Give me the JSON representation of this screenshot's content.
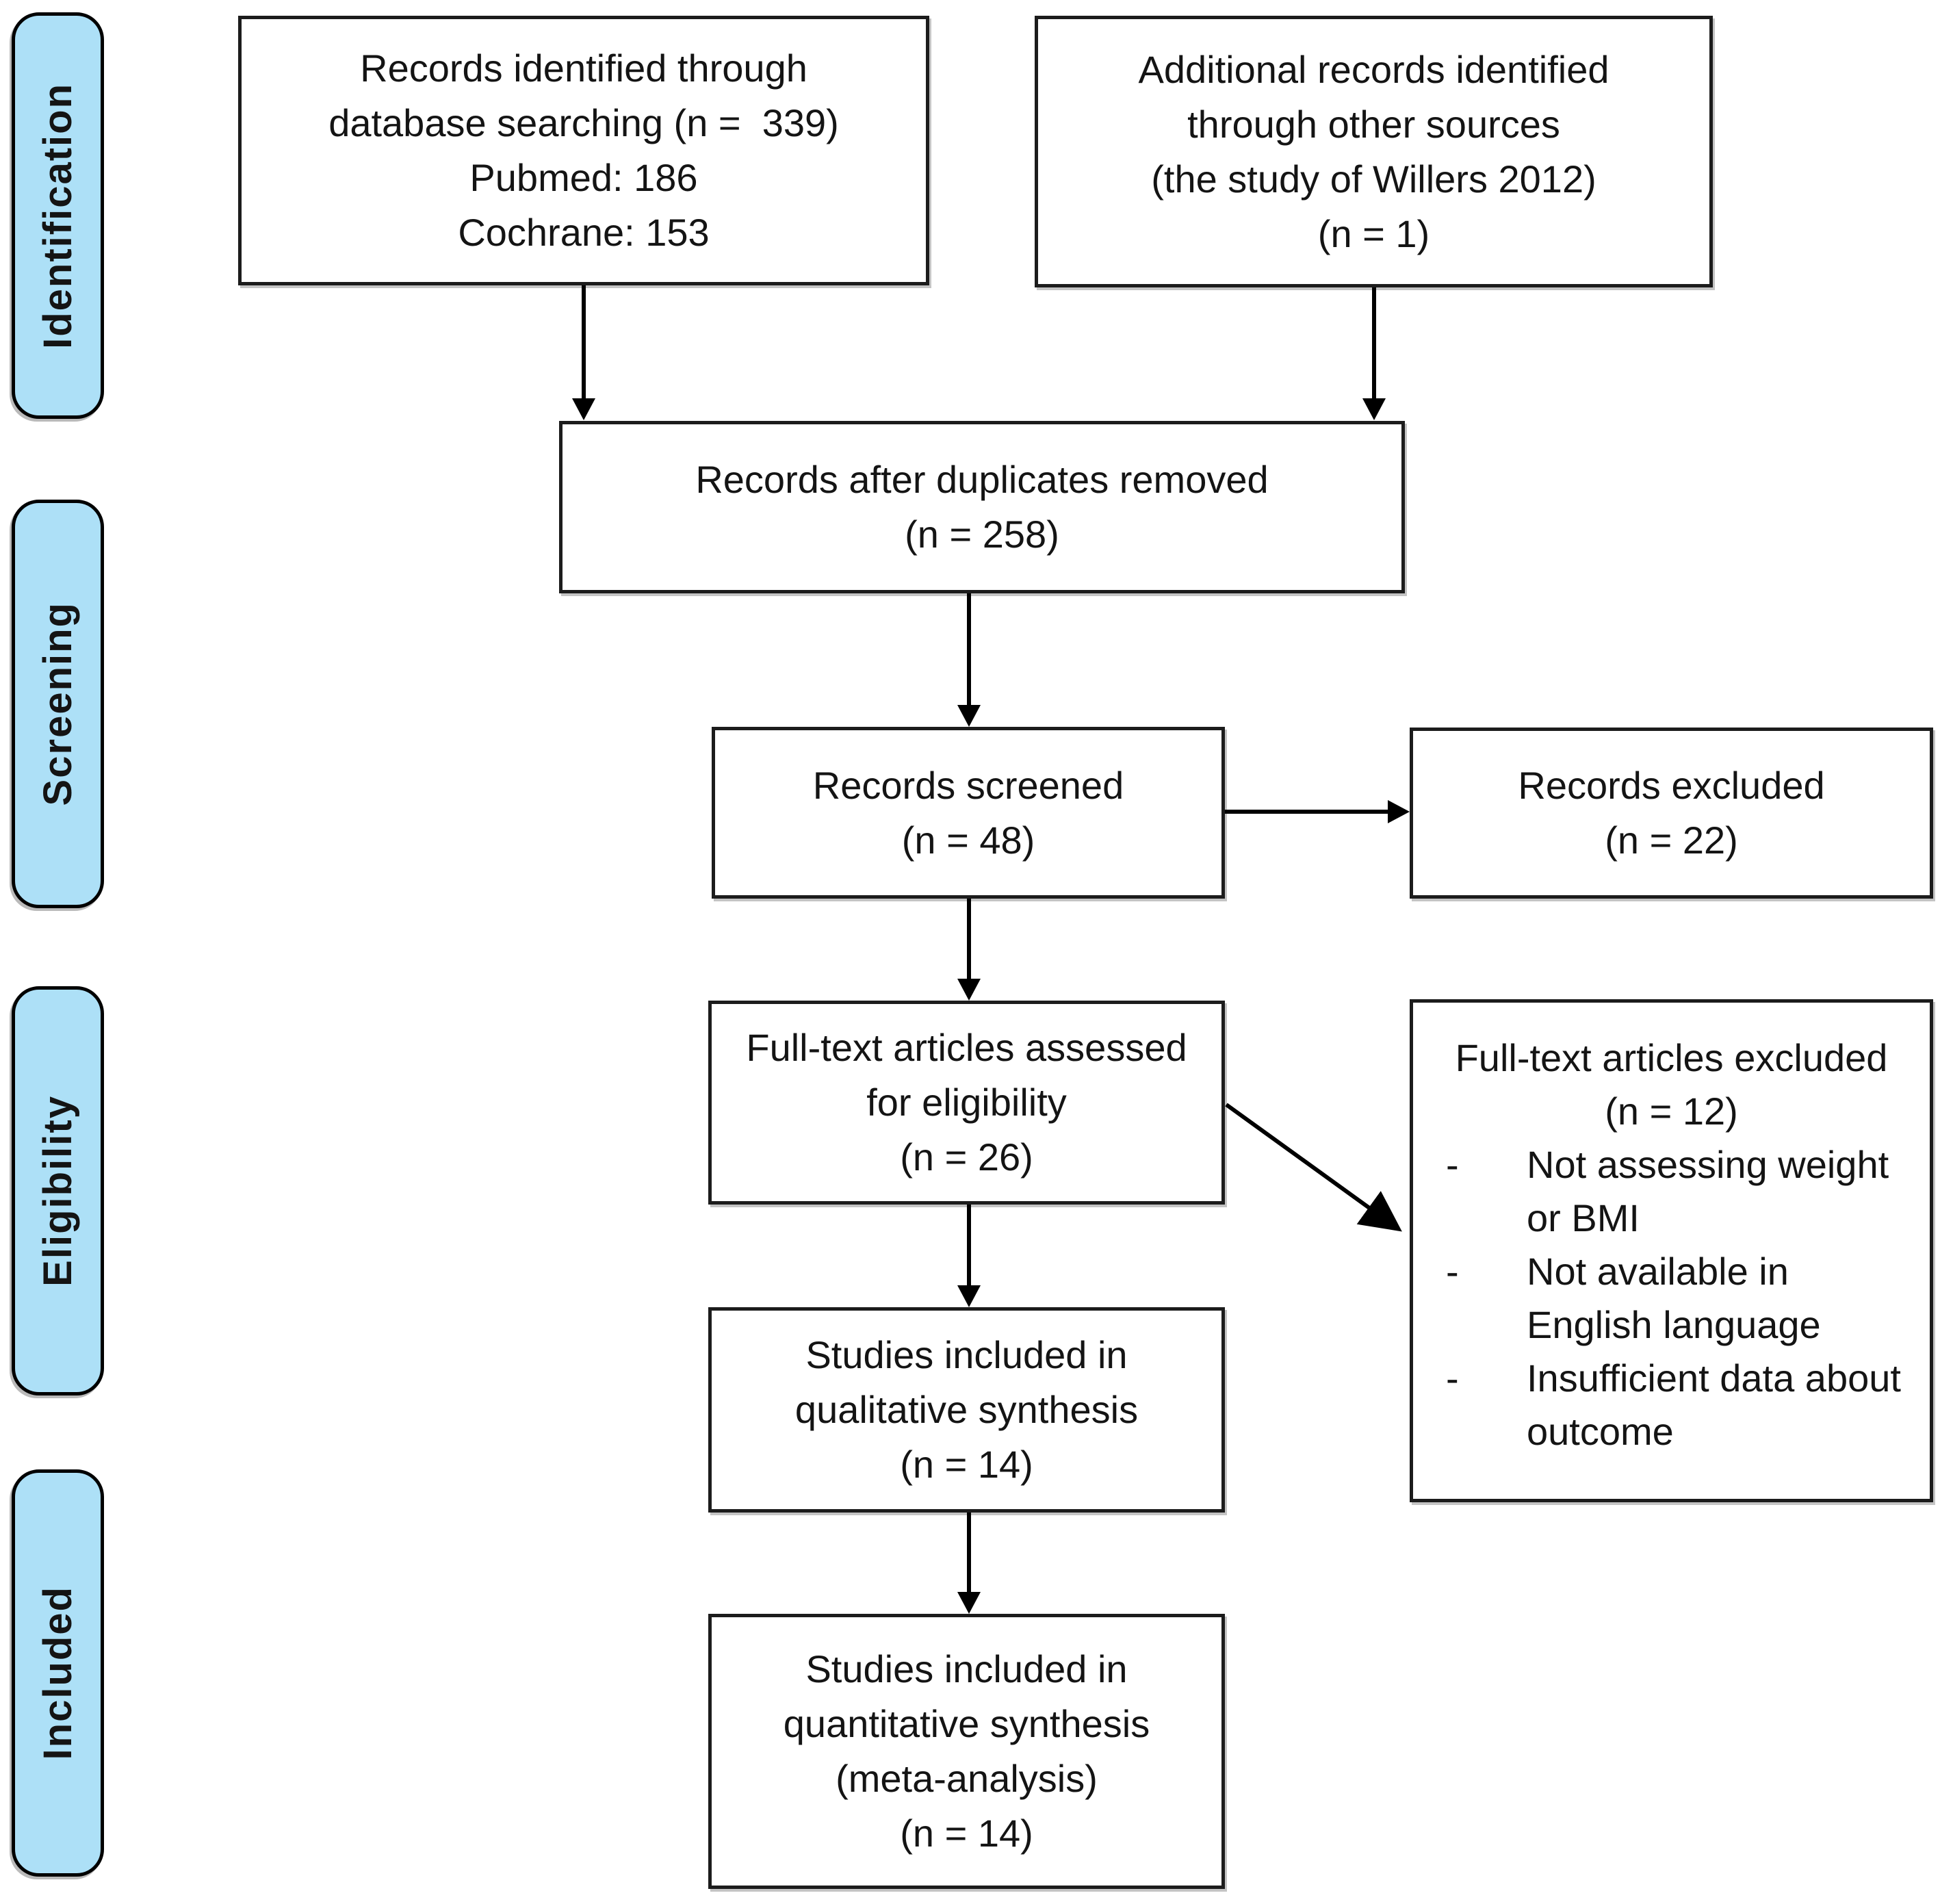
{
  "sidebar": {
    "stages": [
      "Identification",
      "Screening",
      "Eligibility",
      "Included"
    ]
  },
  "boxes": {
    "identified": {
      "lines": [
        "Records identified through",
        "database searching (n =  339)",
        "Pubmed: 186",
        "Cochrane: 153"
      ]
    },
    "additional": {
      "lines": [
        "Additional records identified",
        "through other sources",
        "(the study of Willers 2012)",
        "(n = 1)"
      ]
    },
    "deduplicated": {
      "lines": [
        "Records after duplicates removed",
        "(n = 258)"
      ]
    },
    "screened": {
      "lines": [
        "Records screened",
        "(n = 48)"
      ]
    },
    "records_excluded": {
      "lines": [
        "Records excluded",
        "(n = 22)"
      ]
    },
    "fulltext_assessed": {
      "lines": [
        "Full-text articles assessed",
        "for eligibility",
        "(n = 26)"
      ]
    },
    "fulltext_excluded": {
      "title": "Full-text articles excluded",
      "count": "(n = 12)",
      "bullet_marker": "-",
      "bullets": [
        "Not assessing weight or BMI",
        "Not available in English language",
        "Insufficient data about outcome"
      ]
    },
    "qualitative": {
      "lines": [
        "Studies included in",
        "qualitative synthesis",
        "(n = 14)"
      ]
    },
    "quantitative": {
      "lines": [
        "Studies included in",
        "quantitative synthesis",
        "(meta-analysis)",
        "(n = 14)"
      ]
    }
  },
  "colors": {
    "stage_fill": "#ADE0F7",
    "box_border": "#1C1C1C",
    "arrow": "#000000"
  }
}
